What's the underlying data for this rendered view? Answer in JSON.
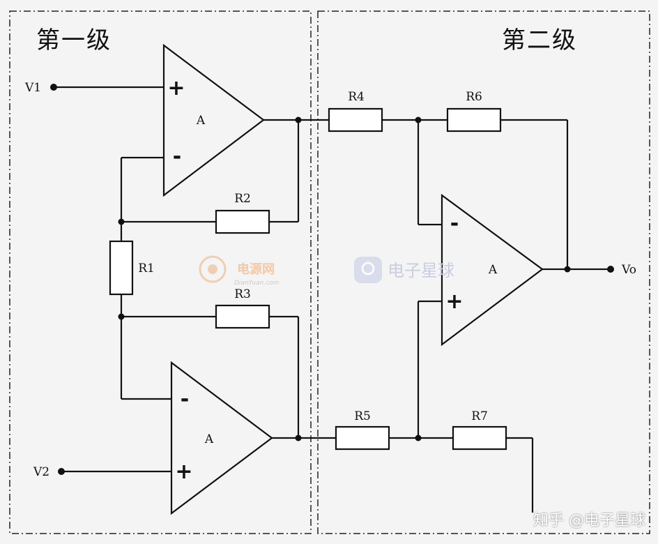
{
  "stages": {
    "first": "第一级",
    "second": "第二级"
  },
  "inputs": {
    "v1": "V1",
    "v2": "V2"
  },
  "output": "Vo",
  "opamp_label": "A",
  "opamp_pins": {
    "plus": "+",
    "minus": "-"
  },
  "resistors": {
    "r1": "R1",
    "r2": "R2",
    "r3": "R3",
    "r4": "R4",
    "r5": "R5",
    "r6": "R6",
    "r7": "R7"
  },
  "watermarks": {
    "dianyuan_cn": "电源网",
    "dianyuan_en": "DianYuan.com",
    "star": "电子星球",
    "zhihu": "知乎 @电子星球"
  }
}
